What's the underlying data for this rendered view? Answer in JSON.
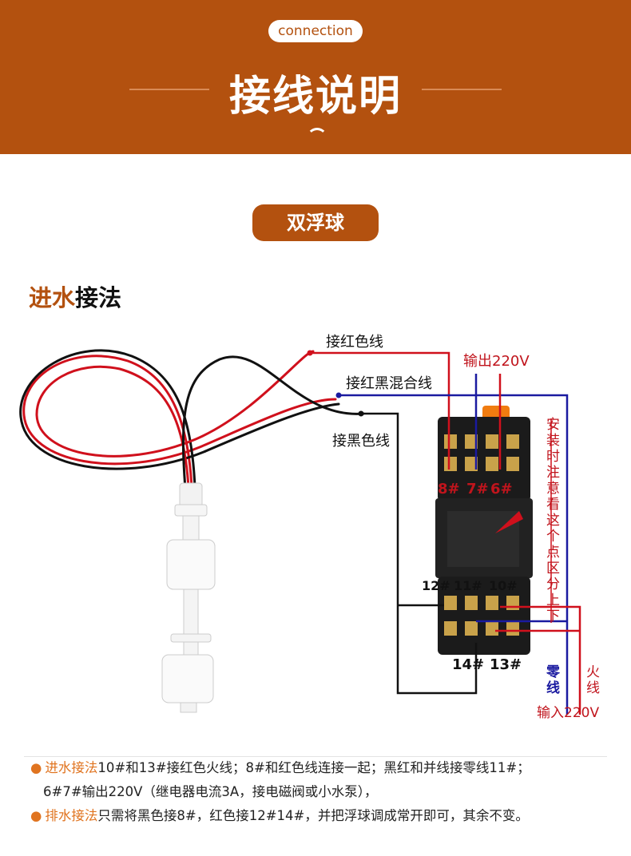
{
  "header": {
    "tag": "connection",
    "title": "接线说明"
  },
  "section_badge": "双浮球",
  "section": {
    "title_highlight": "进水",
    "title_rest": "接法"
  },
  "diagram": {
    "labels": {
      "red_wire": "接红色线",
      "red_black_wire": "接红黑混合线",
      "black_wire": "接黑色线",
      "output": "输出220V",
      "install_note": "安装时注意看这个点区分上下",
      "neutral": "零线",
      "live": "火线",
      "input": "输入220V"
    },
    "pins": {
      "p8": "8#",
      "p7": "7#",
      "p6": "6#",
      "p12": "12#",
      "p11": "11#",
      "p10": "10#",
      "p14": "14#",
      "p13": "13#"
    }
  },
  "notes": [
    {
      "key": "进水接法",
      "text": "10#和13#接红色火线；8#和红色线连接一起；黑红和并线接零线11#；"
    },
    {
      "key": "",
      "text": "6#7#输出220V（继电器电流3A，接电磁阀或小水泵），"
    },
    {
      "key": "排水接法",
      "text": "只需将黑色接8#，红色接12#14#，并把浮球调成常开即可，其余不变。"
    }
  ],
  "colors": {
    "brand": "#b3510f",
    "accent": "#e07420",
    "red_wire": "#d0101c",
    "blue_wire": "#1a1aa0",
    "black_wire": "#111111"
  }
}
